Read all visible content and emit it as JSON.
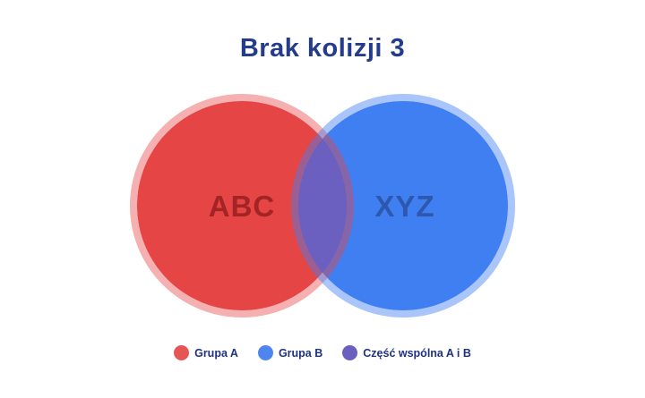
{
  "title": {
    "text": "Brak kolizji 3",
    "color": "#253c8d"
  },
  "diagram": {
    "left_circle": {
      "label": "ABC",
      "fill": "#e64545",
      "rim": "rgba(230,69,69,0.42)",
      "label_color": "#a32424"
    },
    "right_circle": {
      "label": "XYZ",
      "fill": "#407ff2",
      "rim": "rgba(64,127,242,0.45)",
      "label_color": "#2d58ae"
    },
    "intersection": {
      "fill": "#6b5fc0"
    }
  },
  "legend": {
    "text_color": "#1f3182",
    "items": [
      {
        "label": "Grupa A",
        "color": "#e65555"
      },
      {
        "label": "Grupa B",
        "color": "#4f86ee"
      },
      {
        "label": "Część wspólna A i B",
        "color": "#6b5fc0"
      }
    ]
  }
}
